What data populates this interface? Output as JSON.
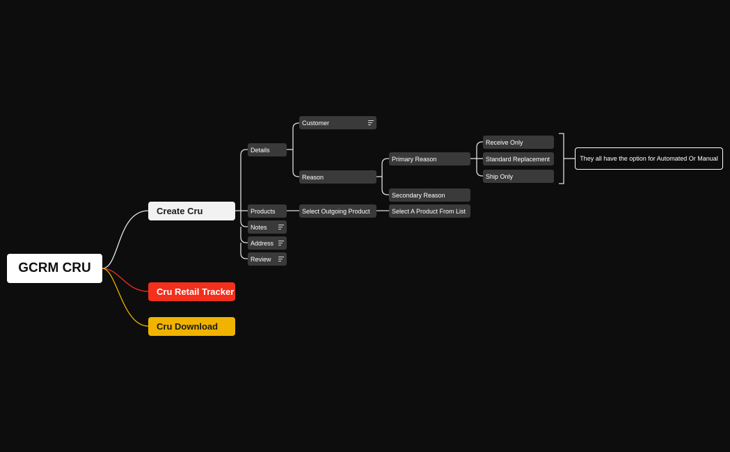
{
  "root": {
    "label": "GCRM CRU"
  },
  "branches": {
    "create": "Create Cru",
    "tracker": "Cru Retail Tracker",
    "download": "Cru Download"
  },
  "create_children": {
    "details": "Details",
    "products": "Products",
    "notes": "Notes",
    "address": "Address",
    "review": "Review"
  },
  "details_children": {
    "customer": "Customer",
    "reason": "Reason"
  },
  "reason_children": {
    "primary": "Primary Reason",
    "secondary": "Secondary Reason"
  },
  "primary_children": {
    "receive_only": "Receive Only",
    "standard_replacement": "Standard Replacement",
    "ship_only": "Ship Only"
  },
  "summary": {
    "text": "They all have the option for Automated Or Manual"
  },
  "products_chain": {
    "select_outgoing": "Select Outgoing Product",
    "select_from_list": "Select A Product From List"
  },
  "colors": {
    "background": "#0d0d0d",
    "node": "#3a3a3a",
    "red_branch": "#f2301c",
    "yellow_branch": "#f0b400",
    "white_branch": "#f2f2f2"
  },
  "icons": {
    "notes": "notes-icon"
  }
}
